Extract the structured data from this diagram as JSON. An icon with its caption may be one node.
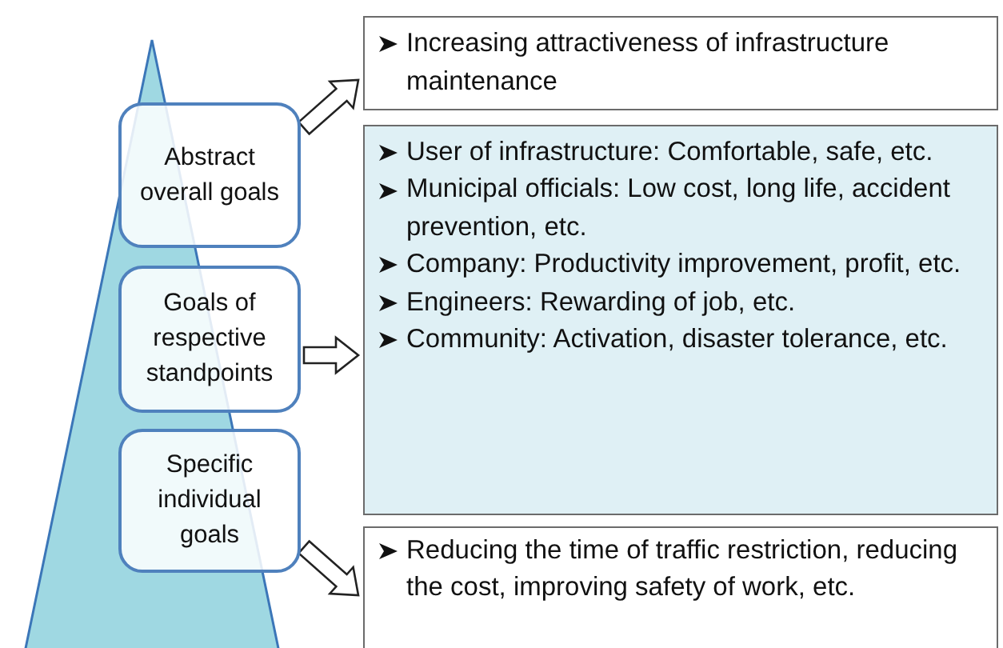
{
  "diagram": {
    "nodes": [
      {
        "text": [
          "Abstract overall goals"
        ]
      },
      {
        "text": [
          "Goals of respective standpoints"
        ]
      },
      {
        "text": [
          "Specific individual goals"
        ]
      },
      {
        "text": [
          "Increasing attractiveness of infrastructure maintenance"
        ]
      },
      {
        "text": [
          "User of infrastructure:  Comfortable, safe, etc.",
          "Municipal officials:  Low cost, long life, accident prevention, etc.",
          "Company:  Productivity improvement, profit, etc.",
          "Engineers:  Rewarding of job, etc.",
          "Community:  Activation, disaster tolerance, etc."
        ]
      },
      {
        "text": [
          "Reducing the time of traffic restriction, reducing the cost, improving safety of work, etc."
        ]
      }
    ],
    "edges": [
      {
        "from": 0,
        "to": 3,
        "arrow": "to"
      },
      {
        "from": 1,
        "to": 4,
        "arrow": "to"
      },
      {
        "from": 2,
        "to": 5,
        "arrow": "to"
      }
    ]
  }
}
